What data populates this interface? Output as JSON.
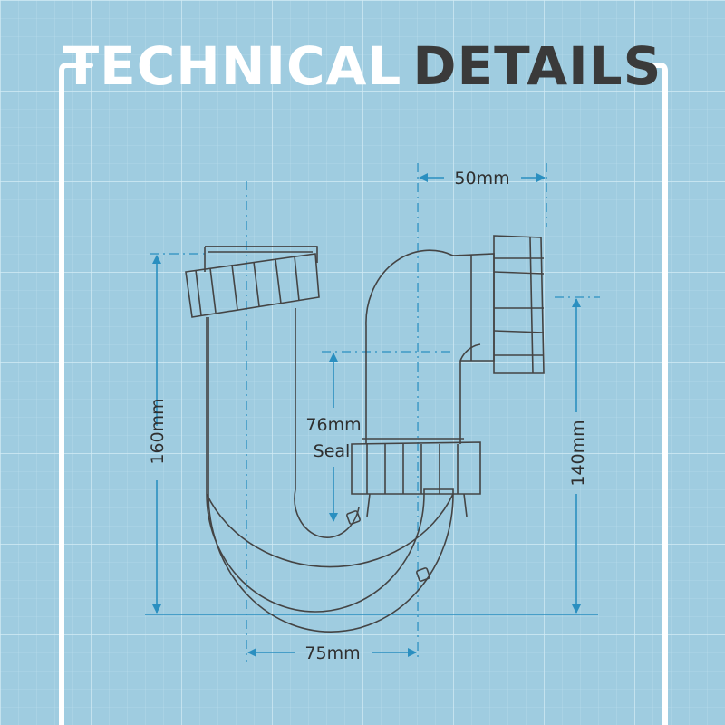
{
  "title": {
    "part1": "TECHNICAL",
    "part2": "DETAILS"
  },
  "colors": {
    "background": "#9fcce0",
    "grid": "#c8e3ef",
    "frame": "#ffffff",
    "dimension": "#2a8fc0",
    "outline": "#444444"
  },
  "dimensions": {
    "height_total": "160mm",
    "height_outlet": "140mm",
    "seal_value": "76mm",
    "seal_label": "Seal",
    "width_bottom": "75mm",
    "width_top": "50mm"
  }
}
